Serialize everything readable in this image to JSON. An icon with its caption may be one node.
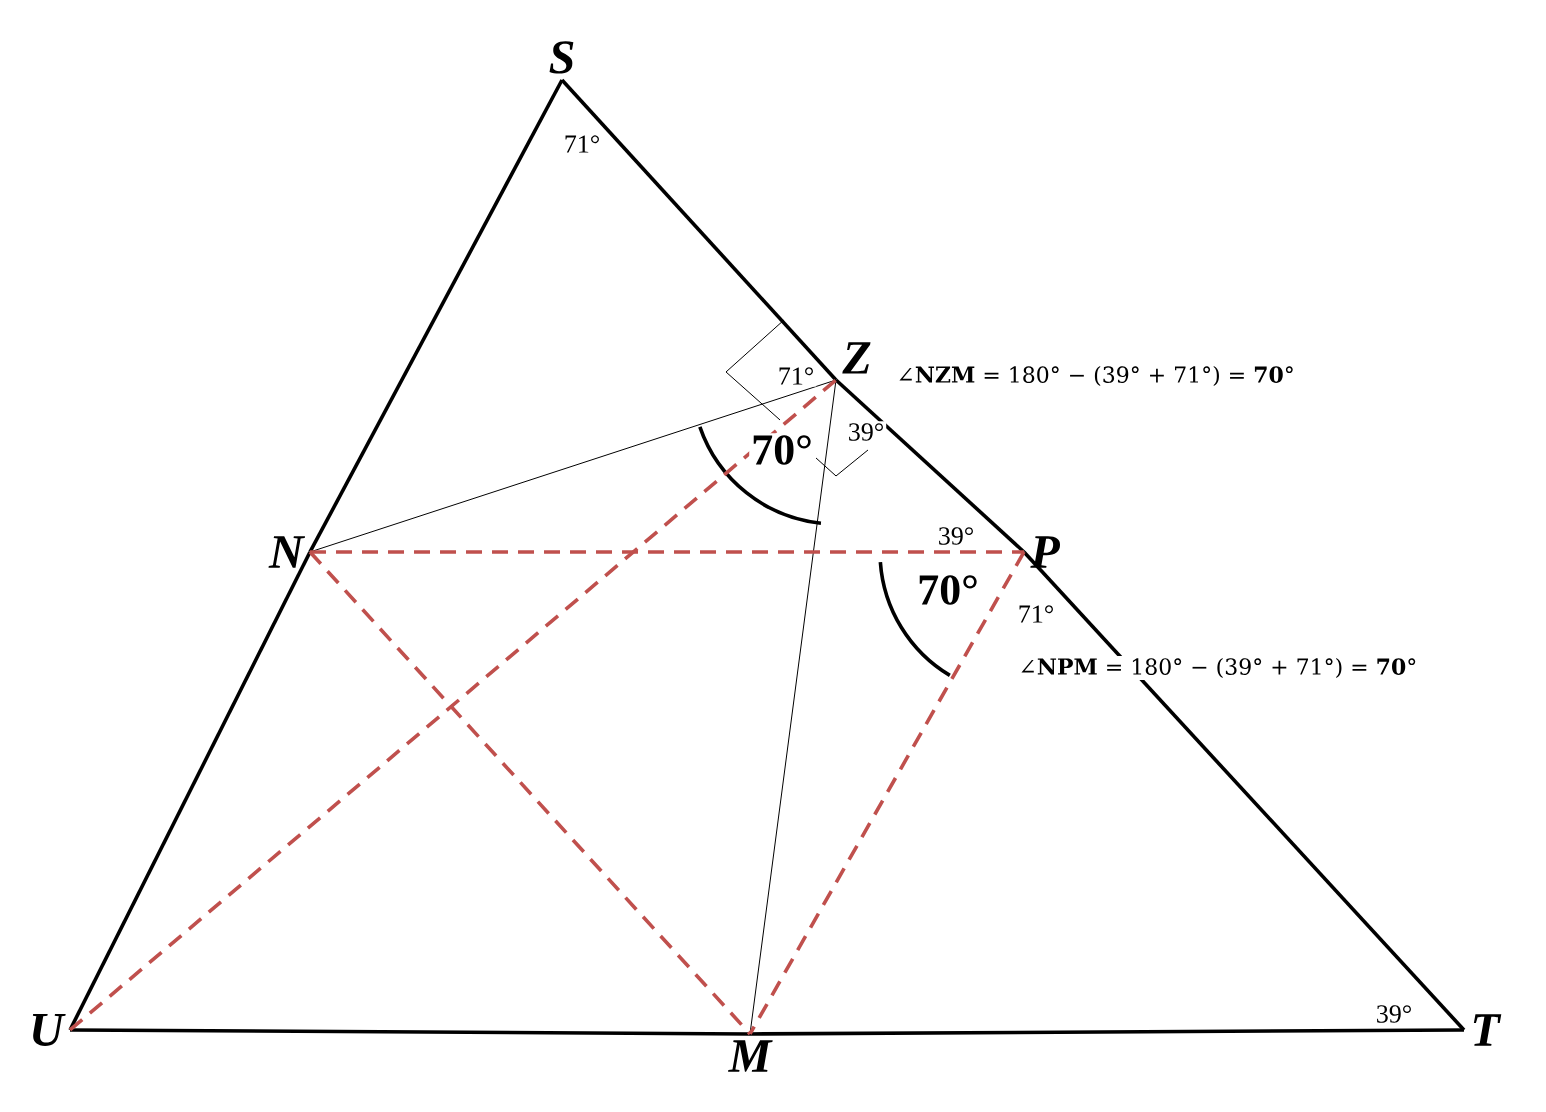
{
  "diagram": {
    "nodes": [
      {
        "text": [
          "S"
        ]
      },
      {
        "text": [
          "Z"
        ]
      },
      {
        "text": [
          "N"
        ]
      },
      {
        "text": [
          "P"
        ]
      },
      {
        "text": [
          "U"
        ]
      },
      {
        "text": [
          "T"
        ]
      },
      {
        "text": [
          "M"
        ]
      }
    ],
    "edges": [
      {
        "from": 0,
        "to": 2,
        "arrow": "none"
      },
      {
        "from": 2,
        "to": 4,
        "arrow": "none"
      },
      {
        "from": 4,
        "to": 6,
        "arrow": "none"
      },
      {
        "from": 6,
        "to": 5,
        "arrow": "none"
      },
      {
        "from": 5,
        "to": 3,
        "arrow": "none"
      },
      {
        "from": 3,
        "to": 1,
        "arrow": "none"
      },
      {
        "from": 1,
        "to": 0,
        "arrow": "none"
      },
      {
        "from": 2,
        "to": 1,
        "arrow": "none"
      },
      {
        "from": 1,
        "to": 6,
        "arrow": "none"
      },
      {
        "from": 2,
        "to": 3,
        "arrow": "none",
        "style": "dashed",
        "color": "#c0504d"
      },
      {
        "from": 2,
        "to": 6,
        "arrow": "none",
        "style": "dashed",
        "color": "#c0504d"
      },
      {
        "from": 4,
        "to": 1,
        "arrow": "none",
        "style": "dashed",
        "color": "#c0504d"
      },
      {
        "from": 3,
        "to": 6,
        "arrow": "none",
        "style": "dashed",
        "color": "#c0504d"
      }
    ],
    "labels": [
      "71°",
      "71°",
      "∠**NZM** = 180° − (39° + 71°) = **70**°",
      "39°",
      "70°",
      "39°",
      "70°",
      "71°",
      "∠**NPM** = 180° − (39° + 71°) = **70**°",
      "39°"
    ]
  }
}
